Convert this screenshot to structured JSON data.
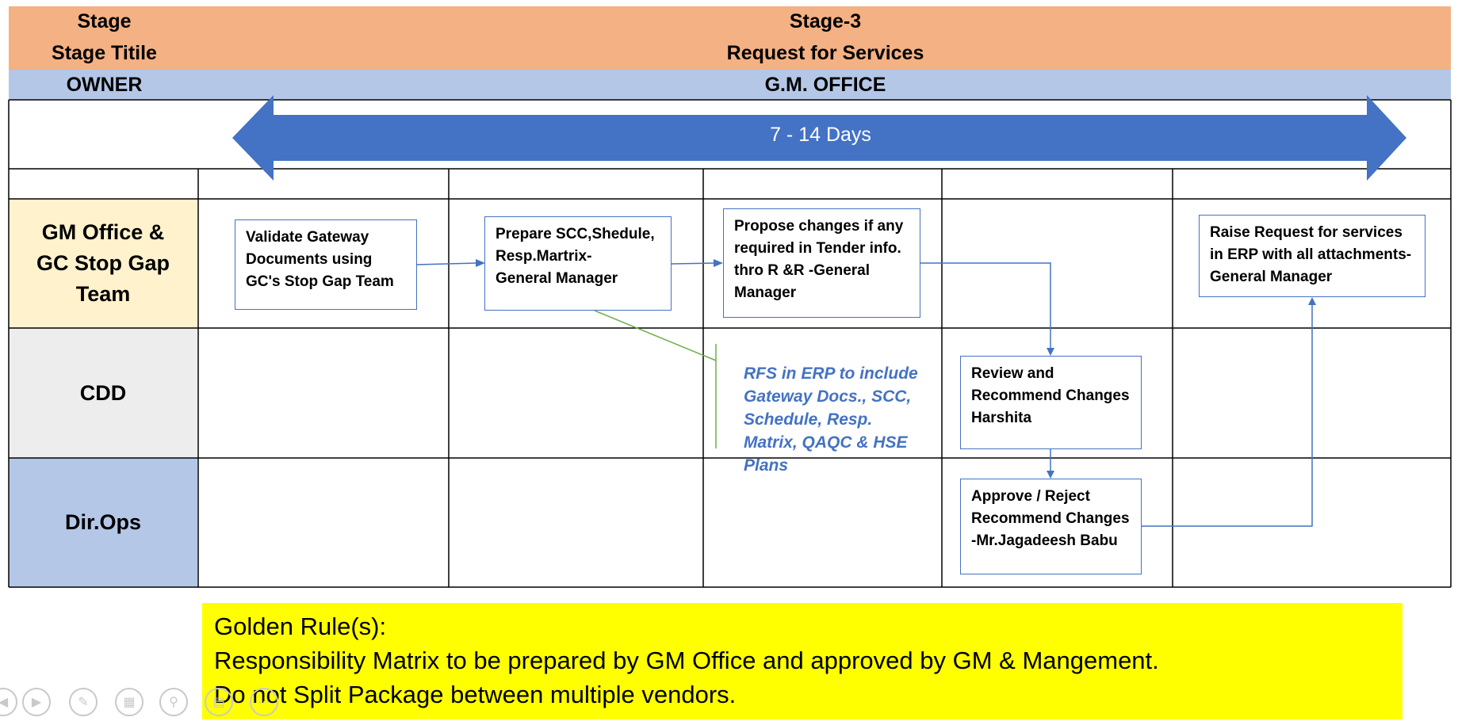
{
  "header": {
    "stage_label": "Stage",
    "stage_value": "Stage-3",
    "title_label": "Stage Titile",
    "title_value": "Request for Services",
    "owner_label": "OWNER",
    "owner_value": "G.M. OFFICE"
  },
  "duration_arrow": {
    "label": "7 - 14 Days"
  },
  "lanes": [
    {
      "label": "GM Office &\nGC Stop Gap Team",
      "color": "#FFF2CC"
    },
    {
      "label": "CDD",
      "color": "#EDEDED"
    },
    {
      "label": "Dir.Ops",
      "color": "#B4C7E7"
    }
  ],
  "process_boxes": {
    "validate": "Validate Gateway\nDocuments using\nGC's Stop Gap Team",
    "prepare": "Prepare SCC,Shedule,\nResp.Martrix-\nGeneral Manager",
    "propose": "Propose changes if any\nrequired in Tender info.\nthro R &R -General\nManager",
    "raise": "Raise Request for services\nin ERP with all attachments-\nGeneral Manager",
    "review": "Review and\nRecommend Changes\nHarshita",
    "approve": "Approve / Reject\nRecommend Changes\n-Mr.Jagadeesh Babu"
  },
  "annotation": {
    "text": "RFS in ERP to include\nGateway Docs., SCC,\nSchedule, Resp.\nMatrix, QAQC & HSE\nPlans"
  },
  "golden_rules": {
    "title": "Golden Rule(s):",
    "rule_1": "Responsibility Matrix to be prepared by GM Office and approved by GM & Mangement.",
    "rule_2": "Do not Split Package between multiple vendors."
  },
  "colors": {
    "header_orange": "#F4B183",
    "owner_blue": "#B4C7E7",
    "arrow_blue": "#4472C4",
    "box_border": "#4472C4",
    "annotation_green": "#70AD47",
    "rule_yellow": "#FFFF00"
  },
  "slideshow_controls": [
    "prev-icon",
    "play-icon",
    "pen-icon",
    "slides-icon",
    "zoom-icon",
    "subtitle-icon",
    "more-icon"
  ]
}
